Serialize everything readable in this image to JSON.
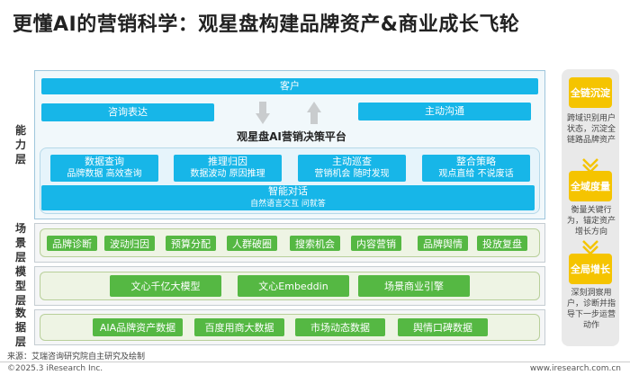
{
  "title": "更懂AI的营销科学：观星盘构建品牌资产&商业成长飞轮",
  "layers": {
    "capability": "能力层",
    "scene": "场景层",
    "model": "模型层",
    "data": "数据层"
  },
  "capability": {
    "customer": "客户",
    "intent": "咨询表达",
    "proactive": "主动沟通",
    "platform": "观星盘AI营销决策平台",
    "modules": [
      {
        "title": "数据查询",
        "sub": "品牌数据 高效查询"
      },
      {
        "title": "推理归因",
        "sub": "数据波动 原因推理"
      },
      {
        "title": "主动巡查",
        "sub": "营销机会 随时发现"
      },
      {
        "title": "整合策略",
        "sub": "观点直给 不说废话"
      }
    ],
    "dialogue": {
      "title": "智能对话",
      "sub": "自然语言交互 问就答"
    }
  },
  "scene_items": [
    "品牌诊断",
    "波动归因",
    "预算分配",
    "人群破圈",
    "搜索机会",
    "内容营销",
    "品牌舆情",
    "投放复盘"
  ],
  "model_items": [
    "文心千亿大模型",
    "文心Embeddin",
    "场景商业引擎"
  ],
  "data_items": [
    "AIA品牌资产数据",
    "百度用商大数据",
    "市场动态数据",
    "舆情口碑数据"
  ],
  "side": [
    {
      "badge": "全链沉淀",
      "text": "跨域识别用户状态，沉淀全链路品牌资产"
    },
    {
      "badge": "全域度量",
      "text": "衡量关键行为，锚定资产增长方向"
    },
    {
      "badge": "全局增长",
      "text": "深刻洞察用户，诊断并指导下一步运营动作"
    }
  ],
  "footer": {
    "source": "来源：艾瑞咨询研究院自主研究及绘制",
    "copyright": "©2025.3 iResearch Inc.",
    "url": "www.iresearch.com.cn"
  }
}
